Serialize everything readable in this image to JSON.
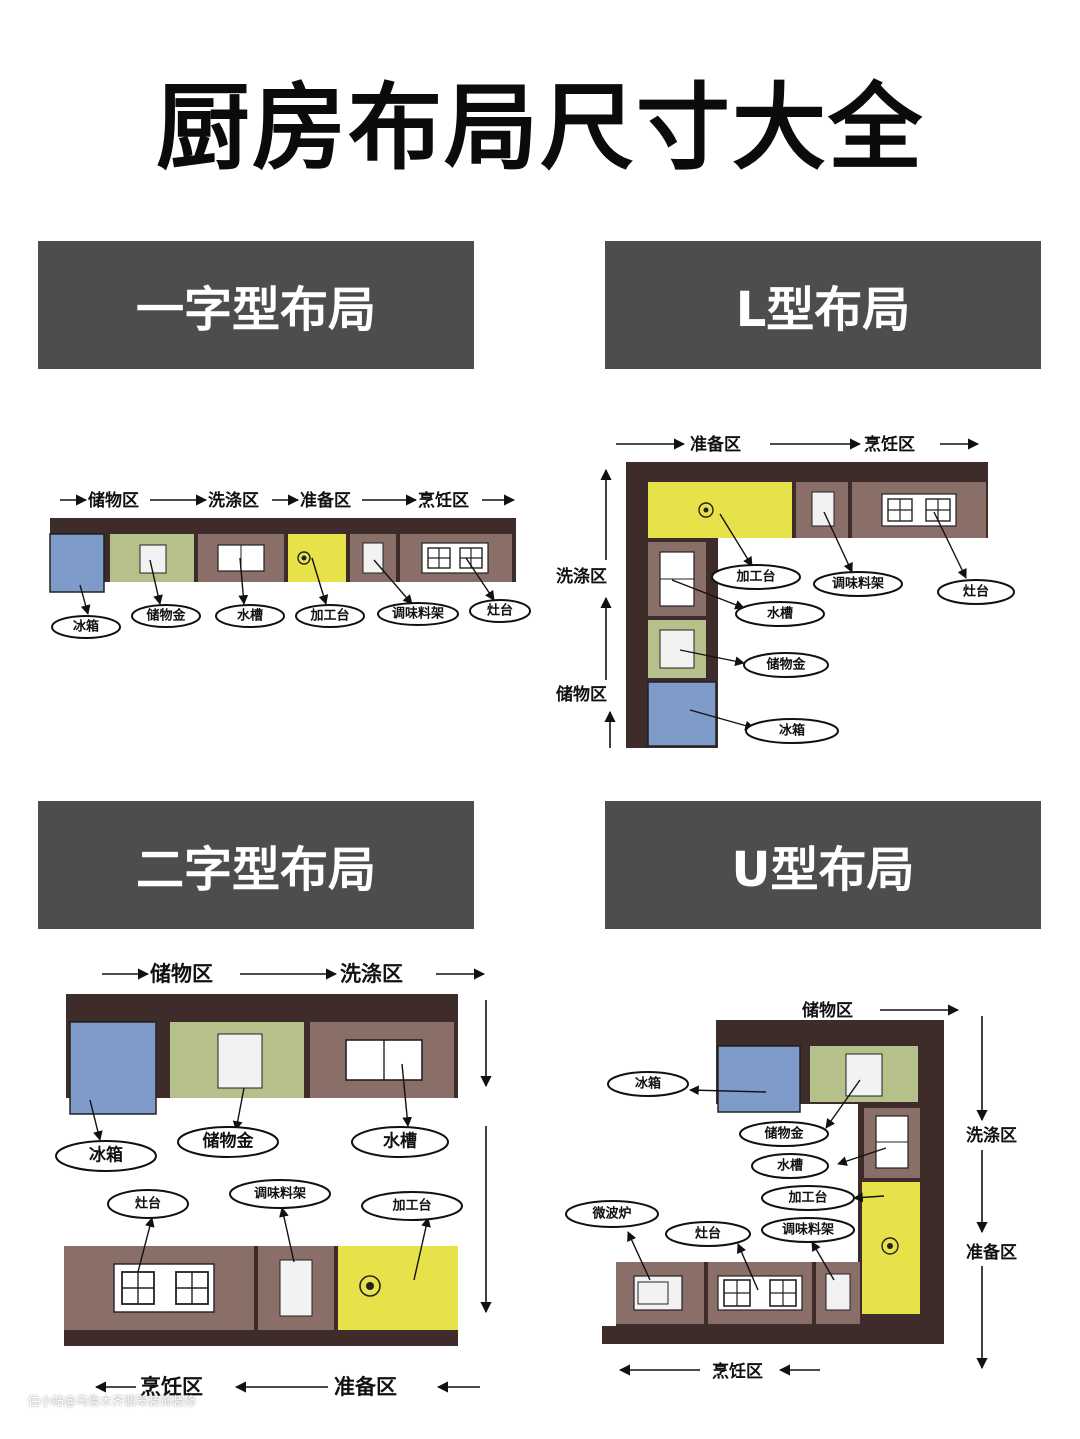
{
  "title": "厨房布局尺寸大全",
  "sections": [
    {
      "banner": "一字型布局"
    },
    {
      "banner": "L型布局"
    },
    {
      "banner": "二字型布局"
    },
    {
      "banner": "U型布局"
    }
  ],
  "layout1": {
    "zones": [
      "储物区",
      "洗涤区",
      "准备区",
      "烹饪区"
    ],
    "labels": [
      "冰箱",
      "储物金",
      "水槽",
      "加工台",
      "调味料架",
      "灶台"
    ]
  },
  "layout2": {
    "zones": [
      "准备区",
      "烹饪区",
      "洗涤区",
      "储物区"
    ],
    "labels": [
      "加工台",
      "调味料架",
      "灶台",
      "水槽",
      "储物金",
      "冰箱"
    ]
  },
  "layout3": {
    "zones": [
      "储物区",
      "洗涤区",
      "烹饪区",
      "准备区"
    ],
    "labels": [
      "冰箱",
      "储物金",
      "水槽",
      "灶台",
      "调味料架",
      "加工台"
    ]
  },
  "layout4": {
    "zones": [
      "储物区",
      "洗涤区",
      "准备区",
      "烹饪区"
    ],
    "labels": [
      "冰箱",
      "储物金",
      "水槽",
      "加工台",
      "微波炉",
      "灶台",
      "调味料架"
    ]
  },
  "watermark": "住小帖@乌鲁木齐翡翠装饰装修",
  "colors": {
    "counter": "#3d2c29",
    "fridge": "#7e9bc9",
    "storage": "#b6c08b",
    "sink": "#8a6f69",
    "prep": "#e8e24a",
    "banner": "#4d4d4f"
  }
}
